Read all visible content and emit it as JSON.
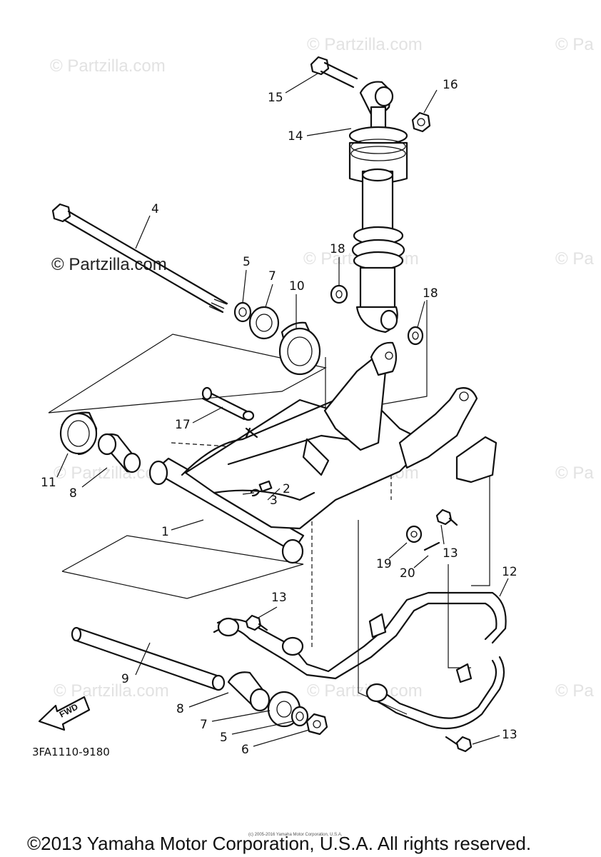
{
  "watermark": "© Partzilla.com",
  "watermark_short": "© Pa",
  "callouts": {
    "c1": "1",
    "c2": "2",
    "c3": "3",
    "c4": "4",
    "c5a": "5",
    "c5b": "5",
    "c6": "6",
    "c7a": "7",
    "c7b": "7",
    "c8a": "8",
    "c8b": "8",
    "c9": "9",
    "c10": "10",
    "c11": "11",
    "c12": "12",
    "c13a": "13",
    "c13b": "13",
    "c13c": "13",
    "c14": "14",
    "c15": "15",
    "c16": "16",
    "c17": "17",
    "c18a": "18",
    "c18b": "18",
    "c19": "19",
    "c20": "20"
  },
  "fwd_label": "FWD",
  "diagram_code": "3FA1110-9180",
  "small_copyright": "(c) 2005-2016 Yamaha Motor Corporation, U.S.A.",
  "copyright": "©2013 Yamaha Motor Corporation, U.S.A. All rights reserved."
}
